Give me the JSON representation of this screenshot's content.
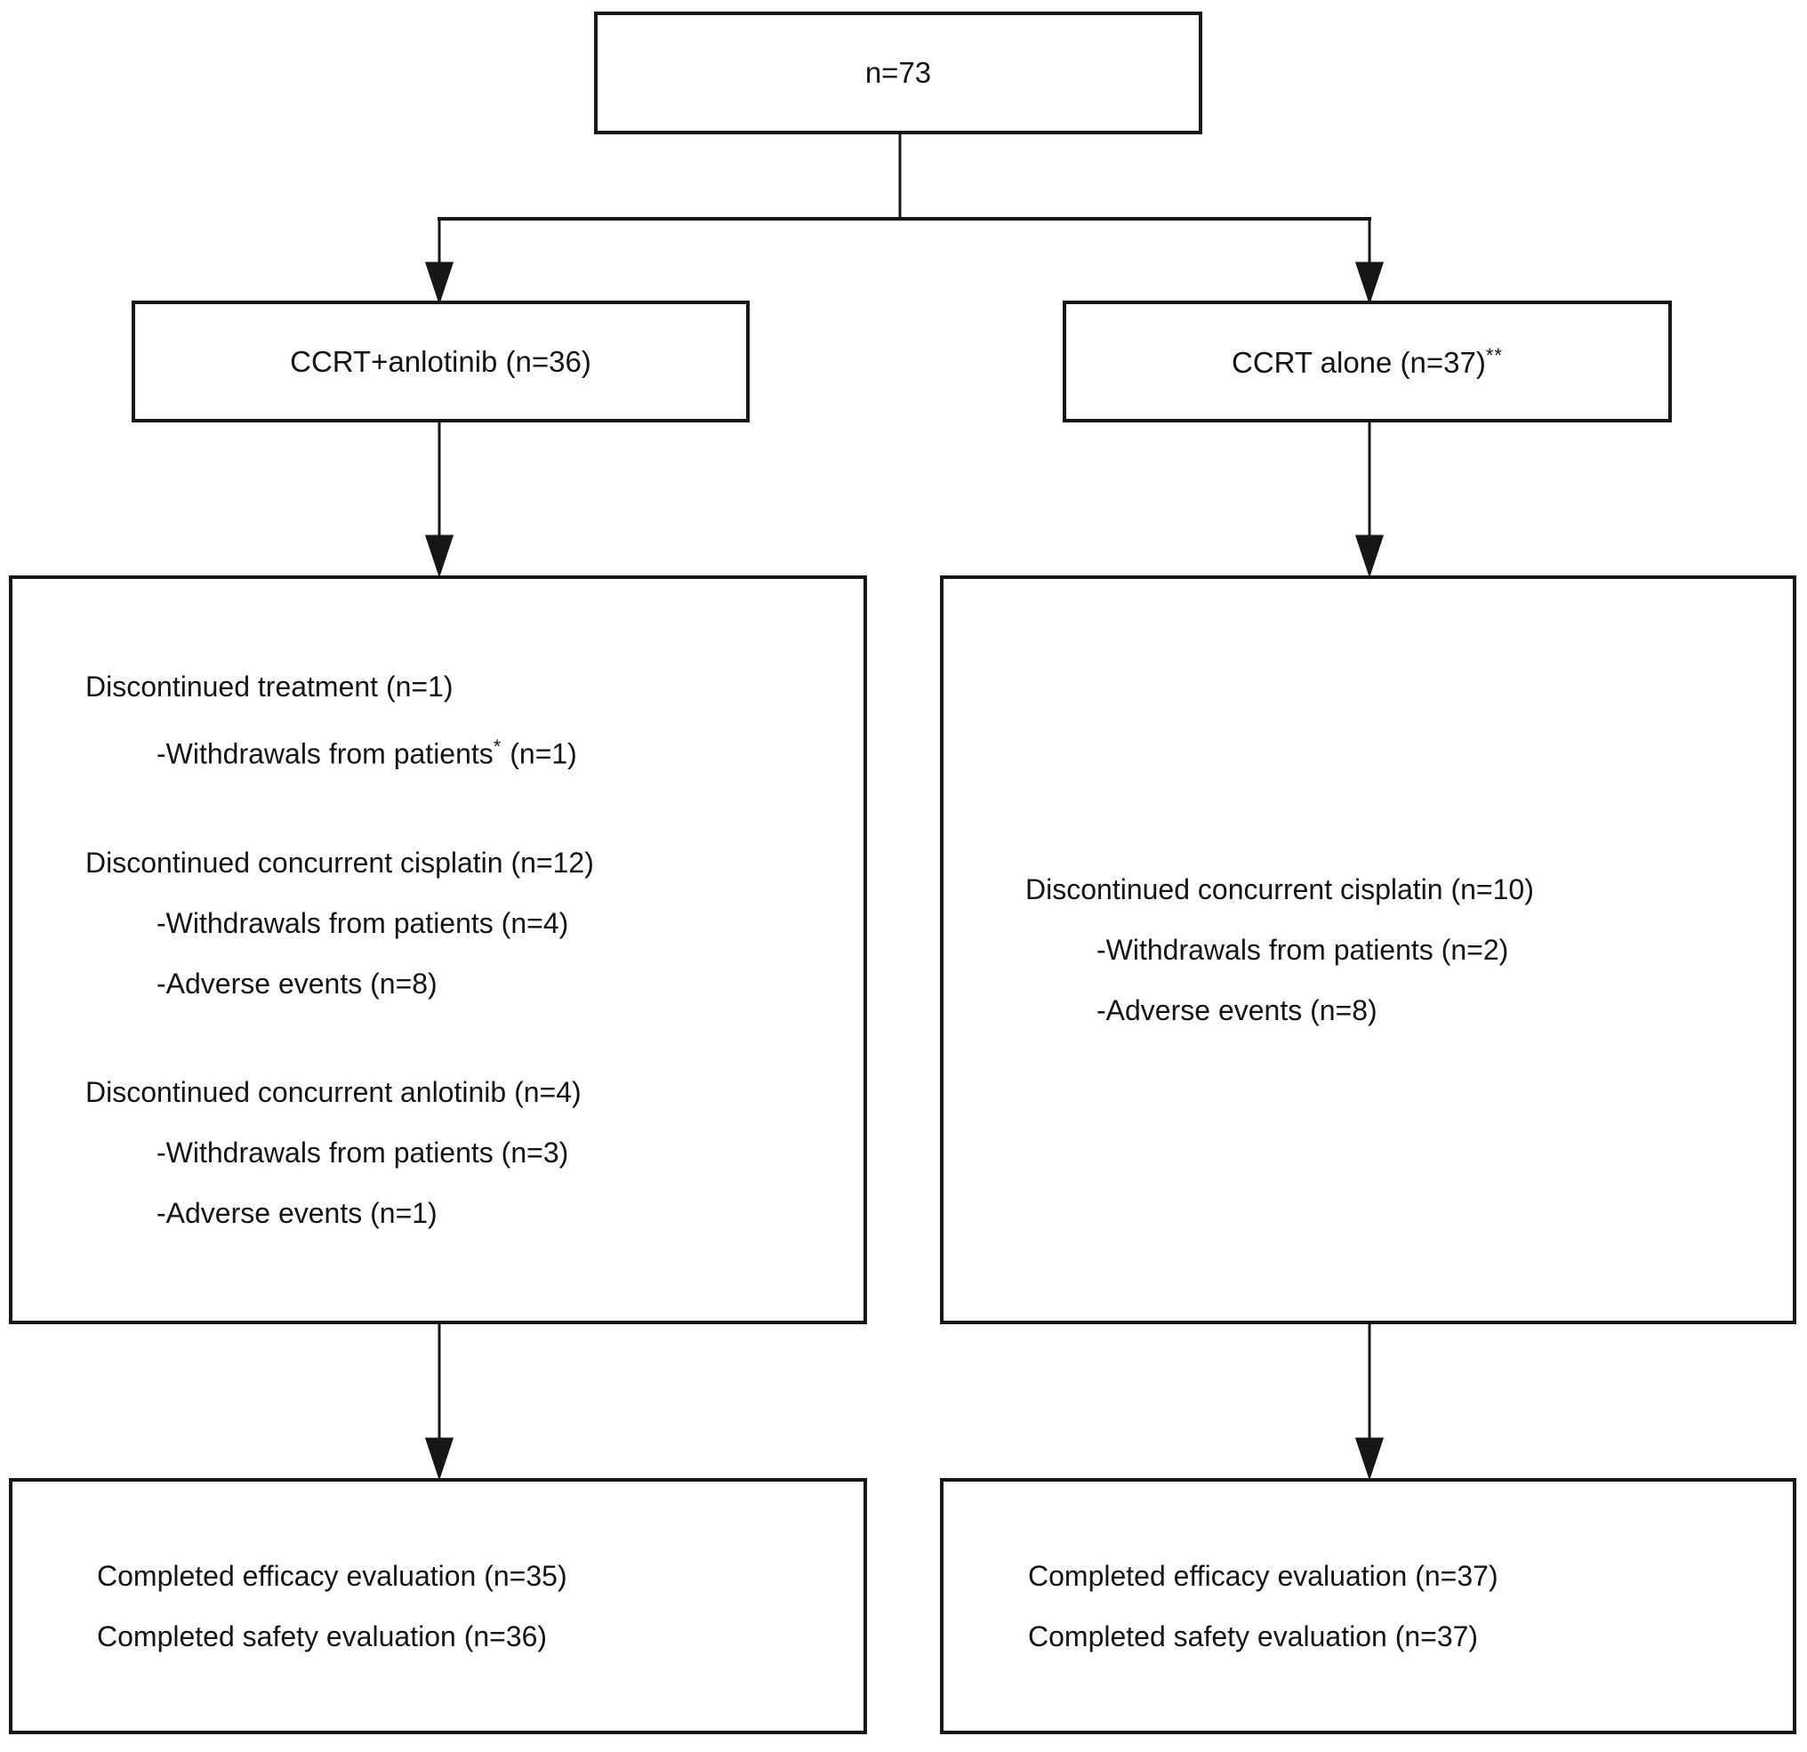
{
  "diagram": {
    "kind": "patient-flow-chart",
    "colors": {
      "background": "#ffffff",
      "line": "#161616",
      "text": "#141414"
    },
    "boxes": {
      "total": {
        "label": "n=73"
      },
      "arm_left": {
        "label": "CCRT+anlotinib (n=36)"
      },
      "arm_right": {
        "label_pre": "CCRT alone (n=37)",
        "label_sup": "**"
      },
      "dropout_left": {
        "groups": [
          {
            "head": "Discontinued treatment (n=1)",
            "subs": [
              {
                "pre": "-Withdrawals from patients",
                "sup": "*",
                "post": " (n=1)"
              }
            ]
          },
          {
            "head": "Discontinued concurrent cisplatin (n=12)",
            "subs": [
              {
                "text": "-Withdrawals from patients (n=4)"
              },
              {
                "text": "-Adverse events (n=8)"
              }
            ]
          },
          {
            "head": "Discontinued concurrent anlotinib (n=4)",
            "subs": [
              {
                "text": "-Withdrawals from patients (n=3)"
              },
              {
                "text": "-Adverse events (n=1)"
              }
            ]
          }
        ]
      },
      "dropout_right": {
        "groups": [
          {
            "head": "Discontinued concurrent cisplatin (n=10)",
            "subs": [
              {
                "text": "-Withdrawals from patients (n=2)"
              },
              {
                "text": "-Adverse events (n=8)"
              }
            ]
          }
        ]
      },
      "completed_left": {
        "lines": [
          "Completed efficacy evaluation (n=35)",
          "Completed safety evaluation (n=36)"
        ]
      },
      "completed_right": {
        "lines": [
          "Completed efficacy evaluation (n=37)",
          "Completed safety evaluation (n=37)"
        ]
      }
    }
  }
}
